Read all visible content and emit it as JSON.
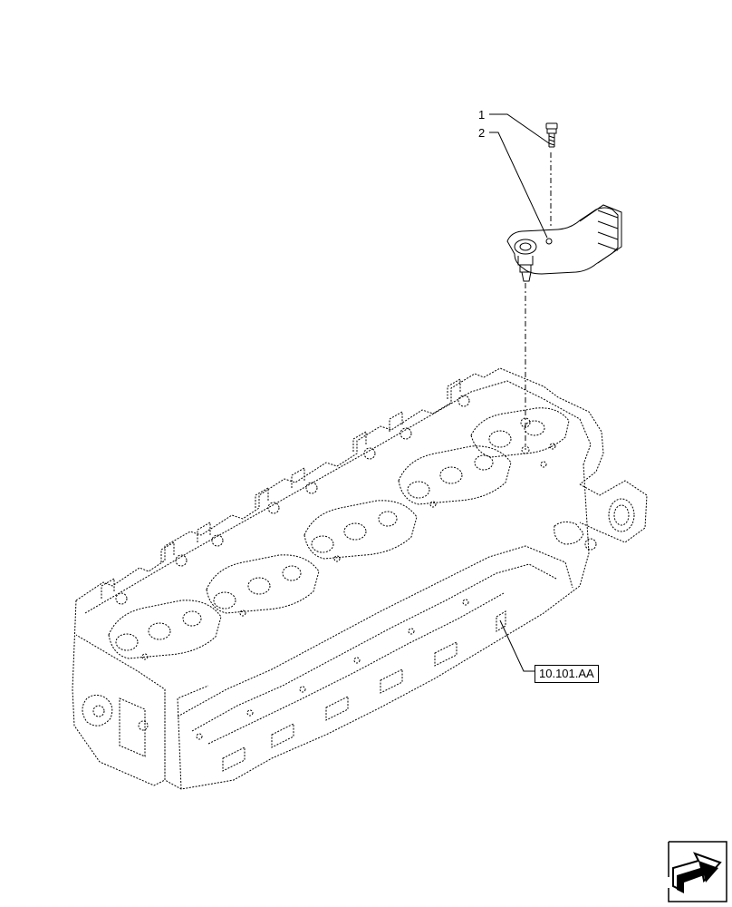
{
  "callouts": [
    {
      "number": "1"
    },
    {
      "number": "2"
    }
  ],
  "reference_label": "10.101.AA",
  "nav": {
    "icon": "next-page-arrow-icon"
  },
  "colors": {
    "line": "#000000",
    "background": "#ffffff"
  }
}
